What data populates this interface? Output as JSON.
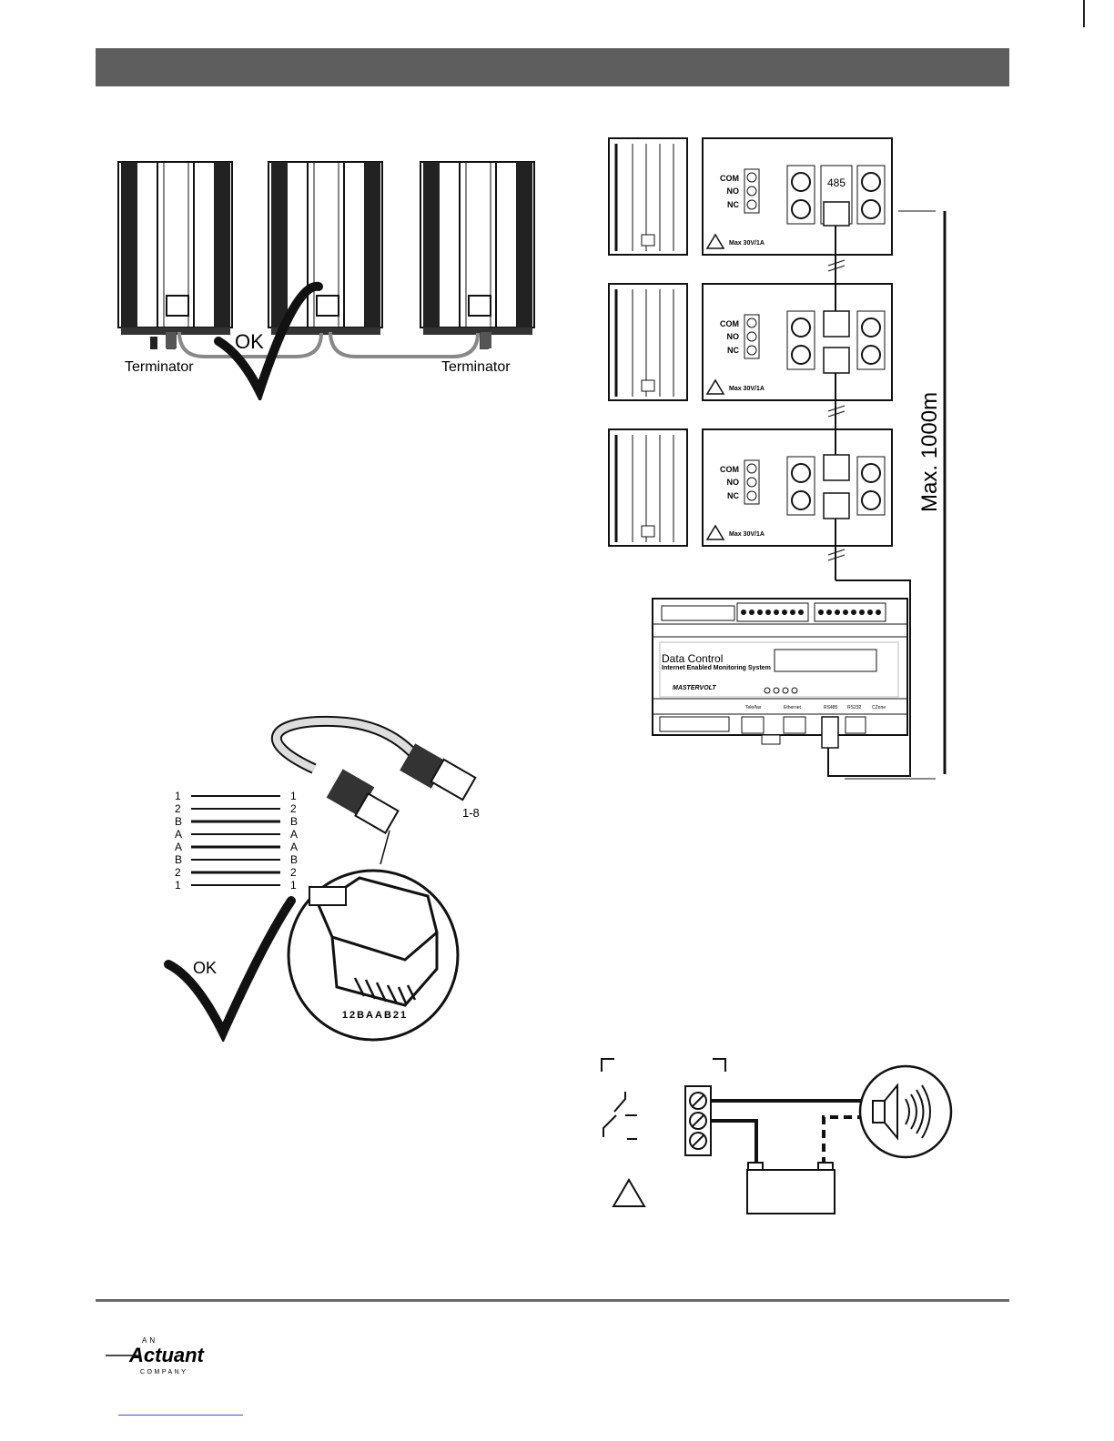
{
  "top_left_diagram": {
    "ok_label": "OK",
    "terminator_left": "Terminator",
    "terminator_right": "Terminator"
  },
  "cable_diagram": {
    "connector_label": "1-8",
    "pin_rows_left": [
      "1",
      "2",
      "B",
      "A",
      "A",
      "B",
      "2",
      "1"
    ],
    "pin_rows_right": [
      "1",
      "2",
      "B",
      "A",
      "A",
      "B",
      "2",
      "1"
    ],
    "pin_code": "12BAAB21",
    "ok_label": "OK"
  },
  "rs485_diagram": {
    "relay_labels": [
      "COM",
      "NO",
      "NC"
    ],
    "max_rating": "Max 30V/1A",
    "port_label": "485",
    "distance_label": "Max. 1000m",
    "device_brand": "Data Control",
    "device_subtitle": "Internet Enabled Monitoring System",
    "device_maker": "MASTERVOLT",
    "port_labels": [
      "Tele/fax",
      "Ethernet",
      "RS485",
      "RS232",
      "CZone"
    ]
  },
  "footer": {
    "logo_top": "AN",
    "logo_brand": "Actuant",
    "logo_bottom": "COMPANY"
  }
}
